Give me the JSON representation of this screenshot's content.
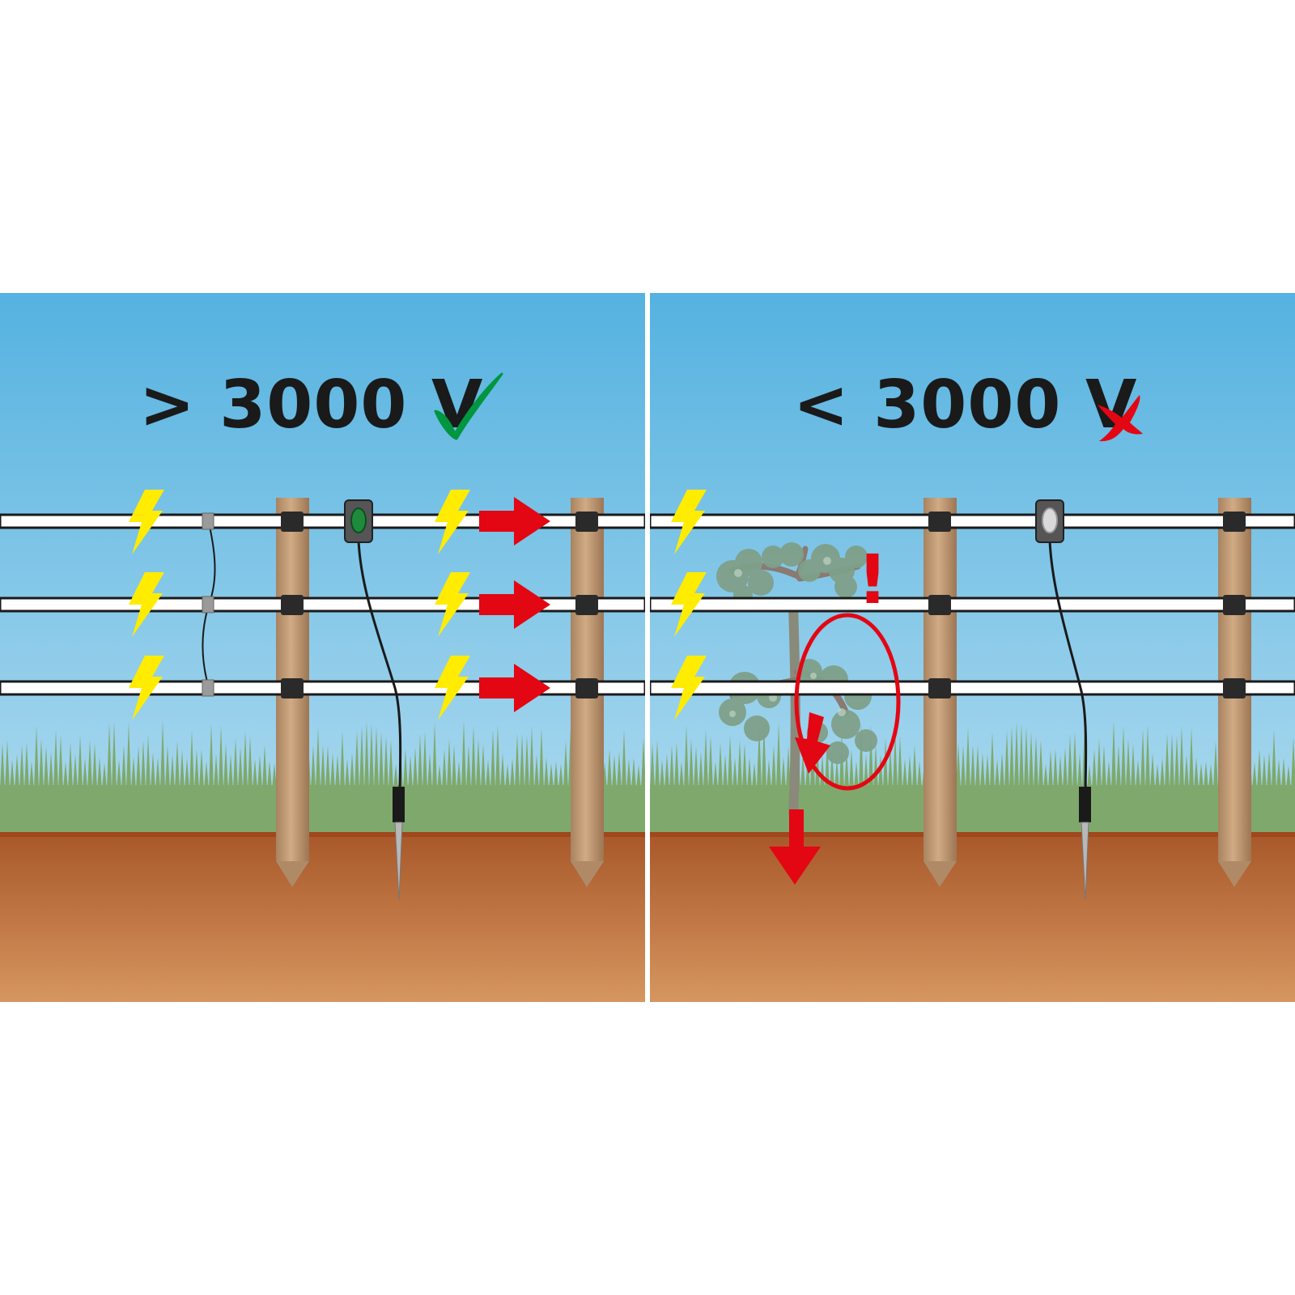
{
  "panels": [
    {
      "id": "good",
      "label": "> 3000 V",
      "status": "ok",
      "status_icon": "check-icon",
      "tester_light": "green",
      "current_flow": "along-wires",
      "vegetation": false
    },
    {
      "id": "bad",
      "label": "< 3000 V",
      "status": "fail",
      "status_icon": "cross-icon",
      "tester_light": "off",
      "current_flow": "leak-to-ground-through-vegetation",
      "vegetation": true,
      "warning_mark": "!"
    }
  ],
  "colors": {
    "sky_top": "#55b2e0",
    "sky_bottom": "#c2e3f2",
    "grass": "#7fa96c",
    "soil_top": "#a85a2c",
    "soil_bottom": "#d6955f",
    "post": "#c8a27c",
    "wire": "#ffffff",
    "insulator": "#2a2a2a",
    "bolt": "#ffec00",
    "arrow": "#e30613",
    "check": "#009640",
    "cross": "#e30613",
    "tree": "#7fa08a",
    "tester_led_ok": "#1f8a3c",
    "tester_led_off": "#d8d8d8"
  }
}
